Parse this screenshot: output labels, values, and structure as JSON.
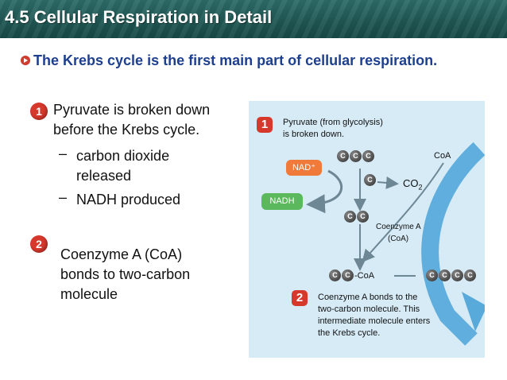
{
  "header": {
    "title": "4.5 Cellular Respiration in Detail"
  },
  "main_point": "The Krebs cycle is the first main part of cellular respiration.",
  "steps": [
    {
      "number": "1",
      "text_line1": "Pyruvate is broken down",
      "text_line2": "before the Krebs cycle.",
      "sub": [
        {
          "line1": "carbon dioxide",
          "line2": "released"
        },
        {
          "line1": "NADH produced"
        }
      ]
    },
    {
      "number": "2",
      "text_line1": "Coenzyme A (CoA)",
      "text_line2": "bonds to two-carbon",
      "text_line3": "molecule"
    }
  ],
  "figure": {
    "step1_number": "1",
    "step1_line1": "Pyruvate (from glycolysis)",
    "step1_line2": "is broken down.",
    "carbon_label": "C",
    "nad_label": "NAD⁺",
    "nadh_label": "NADH",
    "coa_label": "CoA",
    "co2_label": "CO",
    "co2_sub": "2",
    "coenzyme_a_line1": "Coenzyme A",
    "coenzyme_a_line2": "(CoA)",
    "acetyl_coa_label": "-CoA",
    "step2_number": "2",
    "step2_line1": "Coenzyme A bonds to the",
    "step2_line2": "two-carbon molecule. This",
    "step2_line3": "intermediate molecule enters",
    "step2_line4": "the Krebs cycle.",
    "colors": {
      "nad": "#f07a3a",
      "nadh": "#5cb85c",
      "arrow": "#6e8795",
      "cycle": "#4aa3d8"
    }
  }
}
